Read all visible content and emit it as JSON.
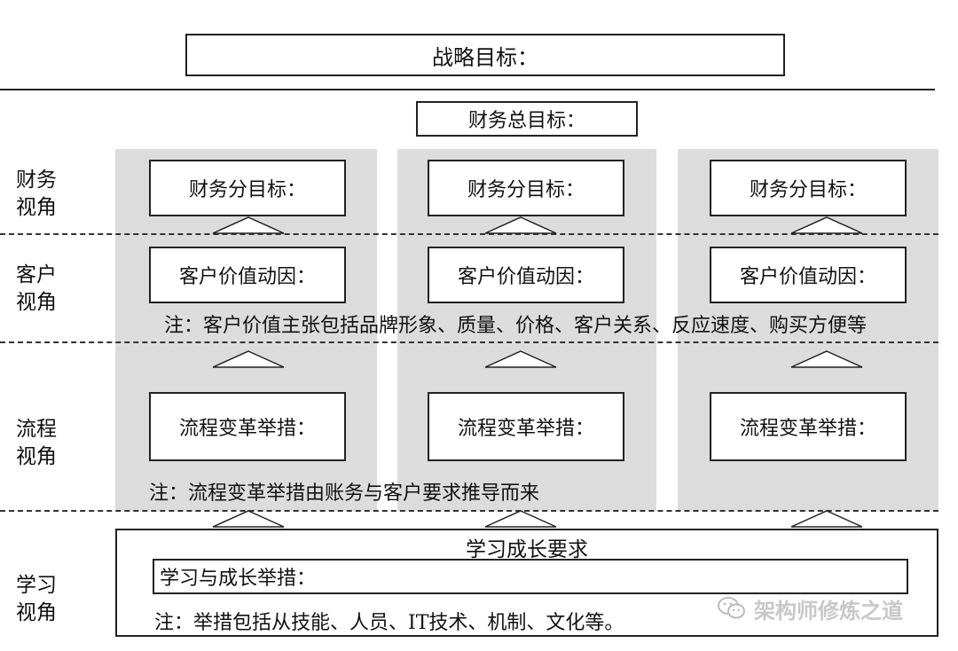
{
  "strategy": {
    "label": "战略目标："
  },
  "finance_total": {
    "label": "财务总目标："
  },
  "perspectives": {
    "finance": [
      "财务",
      "视角"
    ],
    "customer": [
      "客户",
      "视角"
    ],
    "process": [
      "流程",
      "视角"
    ],
    "learning": [
      "学习",
      "视角"
    ]
  },
  "columns": [
    {
      "finance": "财务分目标：",
      "customer": "客户价值动因：",
      "process": "流程变革举措："
    },
    {
      "finance": "财务分目标：",
      "customer": "客户价值动因：",
      "process": "流程变革举措："
    },
    {
      "finance": "财务分目标：",
      "customer": "客户价值动因：",
      "process": "流程变革举措："
    }
  ],
  "notes": {
    "customer": "注：客户价值主张包括品牌形象、质量、价格、客户关系、反应速度、购买方便等",
    "process": "注：流程变革举措由账务与客户要求推导而来",
    "learning": "注：举措包括从技能、人员、IT技术、机制、文化等。"
  },
  "learning": {
    "title": "学习成长要求",
    "measures": "学习与成长举措："
  },
  "watermark": {
    "text": "架构师修炼之道"
  }
}
